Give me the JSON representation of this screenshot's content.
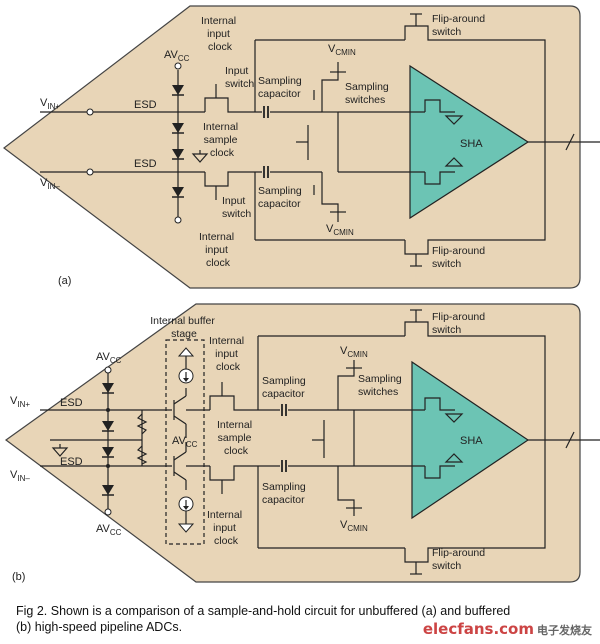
{
  "figure": {
    "caption_line1": "Fig 2. Shown is a comparison of a sample-and-hold circuit for unbuffered (a) and buffered",
    "caption_line2": "(b) high-speed pipeline ADCs.",
    "watermark_brand": "elecfans.com",
    "watermark_cn": "电子发烧友"
  },
  "colors": {
    "package_fill": "#e8d5b7",
    "sha_fill": "#6cc4b4",
    "wire": "#222222"
  },
  "panel_a": {
    "panel_label": "(a)",
    "vin_plus": "V",
    "vin_plus_sub": "IN+",
    "vin_minus": "V",
    "vin_minus_sub": "IN–",
    "avcc": "AV",
    "avcc_sub": "CC",
    "esd_top": "ESD",
    "esd_bottom": "ESD",
    "internal_input_clock_top": [
      "Internal",
      "input",
      "clock"
    ],
    "input_switch_top": [
      "Input",
      "switch"
    ],
    "internal_sample_clock": [
      "Internal",
      "sample",
      "clock"
    ],
    "input_switch_bottom": [
      "Input",
      "switch"
    ],
    "internal_input_clock_bottom": [
      "Internal",
      "input",
      "clock"
    ],
    "sampling_capacitor_top": [
      "Sampling",
      "capacitor"
    ],
    "sampling_capacitor_bottom": [
      "Sampling",
      "capacitor"
    ],
    "vcmin_top": "V",
    "vcmin_top_sub": "CMIN",
    "vcmin_bottom": "V",
    "vcmin_bottom_sub": "CMIN",
    "sampling_switches": [
      "Sampling",
      "switches"
    ],
    "sha": "SHA",
    "flip_around_top": [
      "Flip-around",
      "switch"
    ],
    "flip_around_bottom": [
      "Flip-around",
      "switch"
    ]
  },
  "panel_b": {
    "panel_label": "(b)",
    "vin_plus": "V",
    "vin_plus_sub": "IN+",
    "vin_minus": "V",
    "vin_minus_sub": "IN–",
    "avcc_top": "AV",
    "avcc_top_sub": "CC",
    "avcc_mid": "AV",
    "avcc_mid_sub": "CC",
    "avcc_bottom": "AV",
    "avcc_bottom_sub": "CC",
    "esd_top": "ESD",
    "esd_bottom": "ESD",
    "internal_buffer_stage": [
      "Internal buffer",
      "stage"
    ],
    "internal_input_clock_top": [
      "Internal",
      "input",
      "clock"
    ],
    "internal_sample_clock": [
      "Internal",
      "sample",
      "clock"
    ],
    "internal_input_clock_bottom": [
      "Internal",
      "input",
      "clock"
    ],
    "sampling_capacitor_top": [
      "Sampling",
      "capacitor"
    ],
    "sampling_capacitor_bottom": [
      "Sampling",
      "capacitor"
    ],
    "vcmin_top": "V",
    "vcmin_top_sub": "CMIN",
    "vcmin_bottom": "V",
    "vcmin_bottom_sub": "CMIN",
    "sampling_switches": [
      "Sampling",
      "switches"
    ],
    "sha": "SHA",
    "flip_around_top": [
      "Flip-around",
      "switch"
    ],
    "flip_around_bottom": [
      "Flip-around",
      "switch"
    ]
  }
}
